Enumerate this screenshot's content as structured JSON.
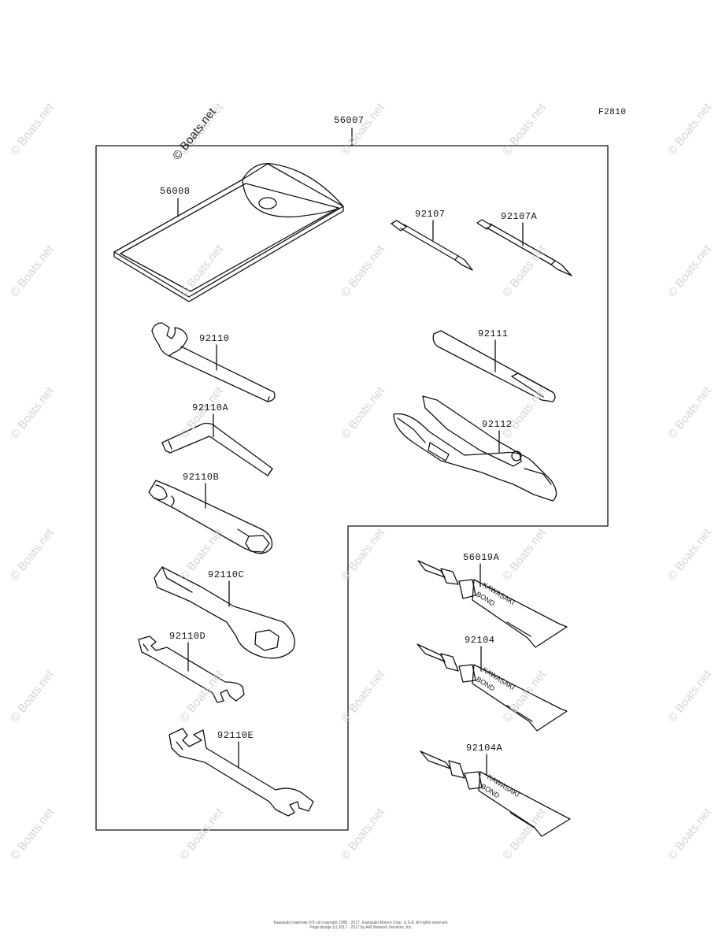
{
  "figure_code": "F2810",
  "watermark_main": "© Boats.net",
  "watermark_tile": "© Boats.net",
  "parts": {
    "kit": "56007",
    "pouch": "56008",
    "screwdriver": "92107",
    "screwdriver_alt": "92107A",
    "hook_spanner": "92110",
    "hex_key": "92110A",
    "box_wrench": "92110B",
    "ring_wrench": "92110C",
    "open_wrench_small": "92110D",
    "open_wrench_large": "92110E",
    "handle": "92111",
    "pliers": "92112",
    "bond_a": "56019A",
    "bond_b": "92104",
    "bond_c": "92104A"
  },
  "tube_text": {
    "line1": "KAWASAKI",
    "line2": "BOND"
  },
  "footer": {
    "line1": "Kawasaki materials ©Ⓡ all copyright 1995 - 2017, Kawasaki Motors Corp. U.S.A. All rights reserved.",
    "line2": "Page design (c) 2017 - 2017 by ARI Network Services, Inc."
  }
}
